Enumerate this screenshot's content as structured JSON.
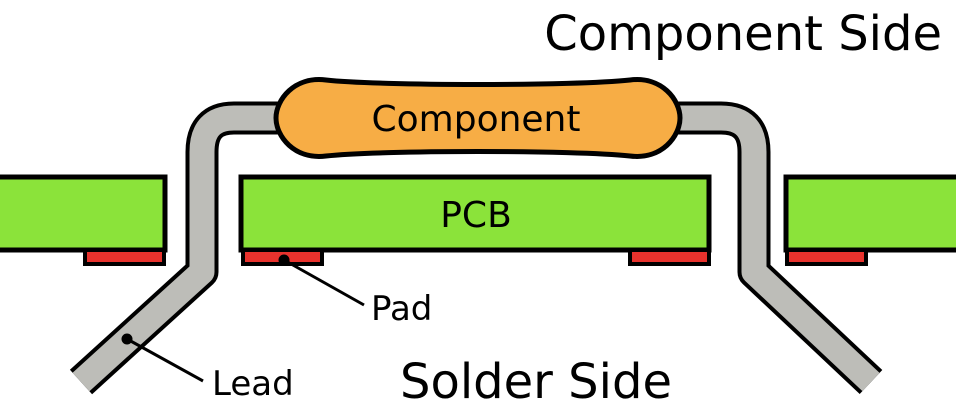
{
  "labels": {
    "top_side": "Component Side",
    "bottom_side": "Solder Side",
    "component": "Component",
    "board": "PCB",
    "pad": "Pad",
    "lead": "Lead"
  },
  "colors": {
    "board": "#8be33a",
    "pad": "#e8322d",
    "lead": "#bdbdb8",
    "component": "#f7ad45",
    "outline": "#000000",
    "background": "#ffffff"
  }
}
